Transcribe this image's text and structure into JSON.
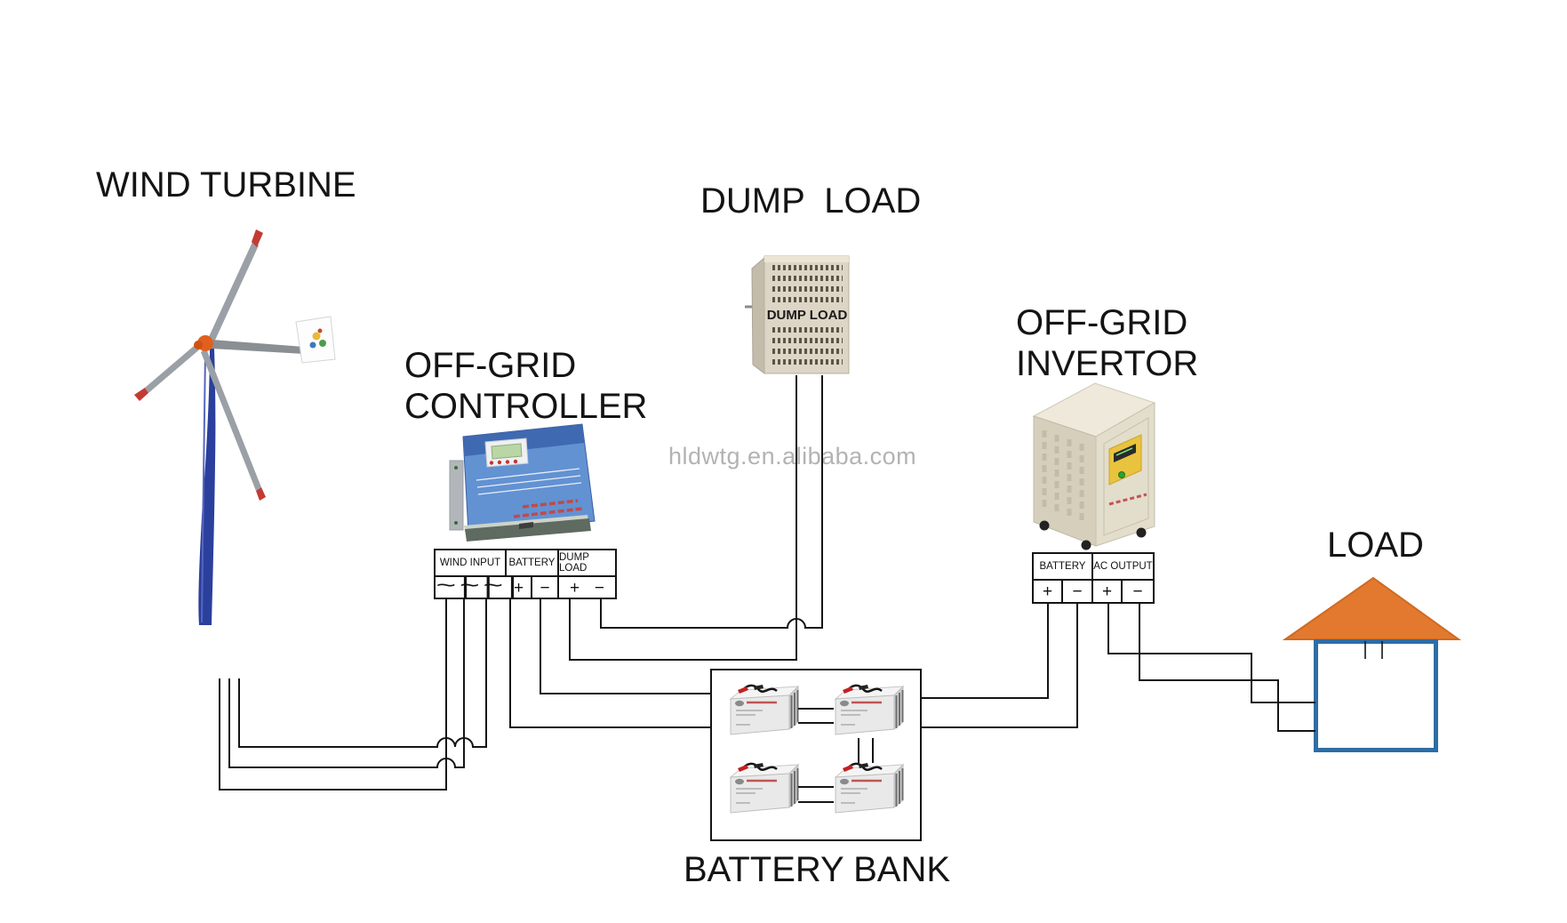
{
  "watermark": "hldwtg.en.alibaba.com",
  "labels": {
    "wind_turbine": "WIND TURBINE",
    "dump_load_title": "DUMP  LOAD",
    "controller_line1": "OFF-GRID",
    "controller_line2": "CONTROLLER",
    "invertor_line1": "OFF-GRID",
    "invertor_line2": "INVERTOR",
    "load": "LOAD",
    "battery_bank": "BATTERY BANK"
  },
  "device_labels": {
    "dump_load_box": "DUMP LOAD"
  },
  "blocks": {
    "controller": {
      "headers": [
        "WIND INPUT",
        "BATTERY",
        "DUMP LOAD"
      ],
      "symbols": [
        "~",
        "~",
        "~",
        "+",
        "−",
        "+",
        "−"
      ]
    },
    "inverter": {
      "headers": [
        "BATTERY",
        "AC OUTPUT"
      ],
      "symbols": [
        "+",
        "−",
        "+",
        "−"
      ]
    }
  },
  "colors": {
    "wire": "#151515",
    "roof_orange": "#e2792f",
    "house_blue": "#2e6da4",
    "controller_blue": "#6292d2",
    "controller_flap_blue": "#3f69b0",
    "inverter_beige": "#e3ddcb",
    "inverter_panel_yellow": "#e9c33e",
    "dump_box_beige": "#ddd5c5",
    "turbine_pole_blue": "#2b3f9c",
    "turbine_hub_orange": "#e06020",
    "watermark_gray": "#b3b3b3"
  }
}
